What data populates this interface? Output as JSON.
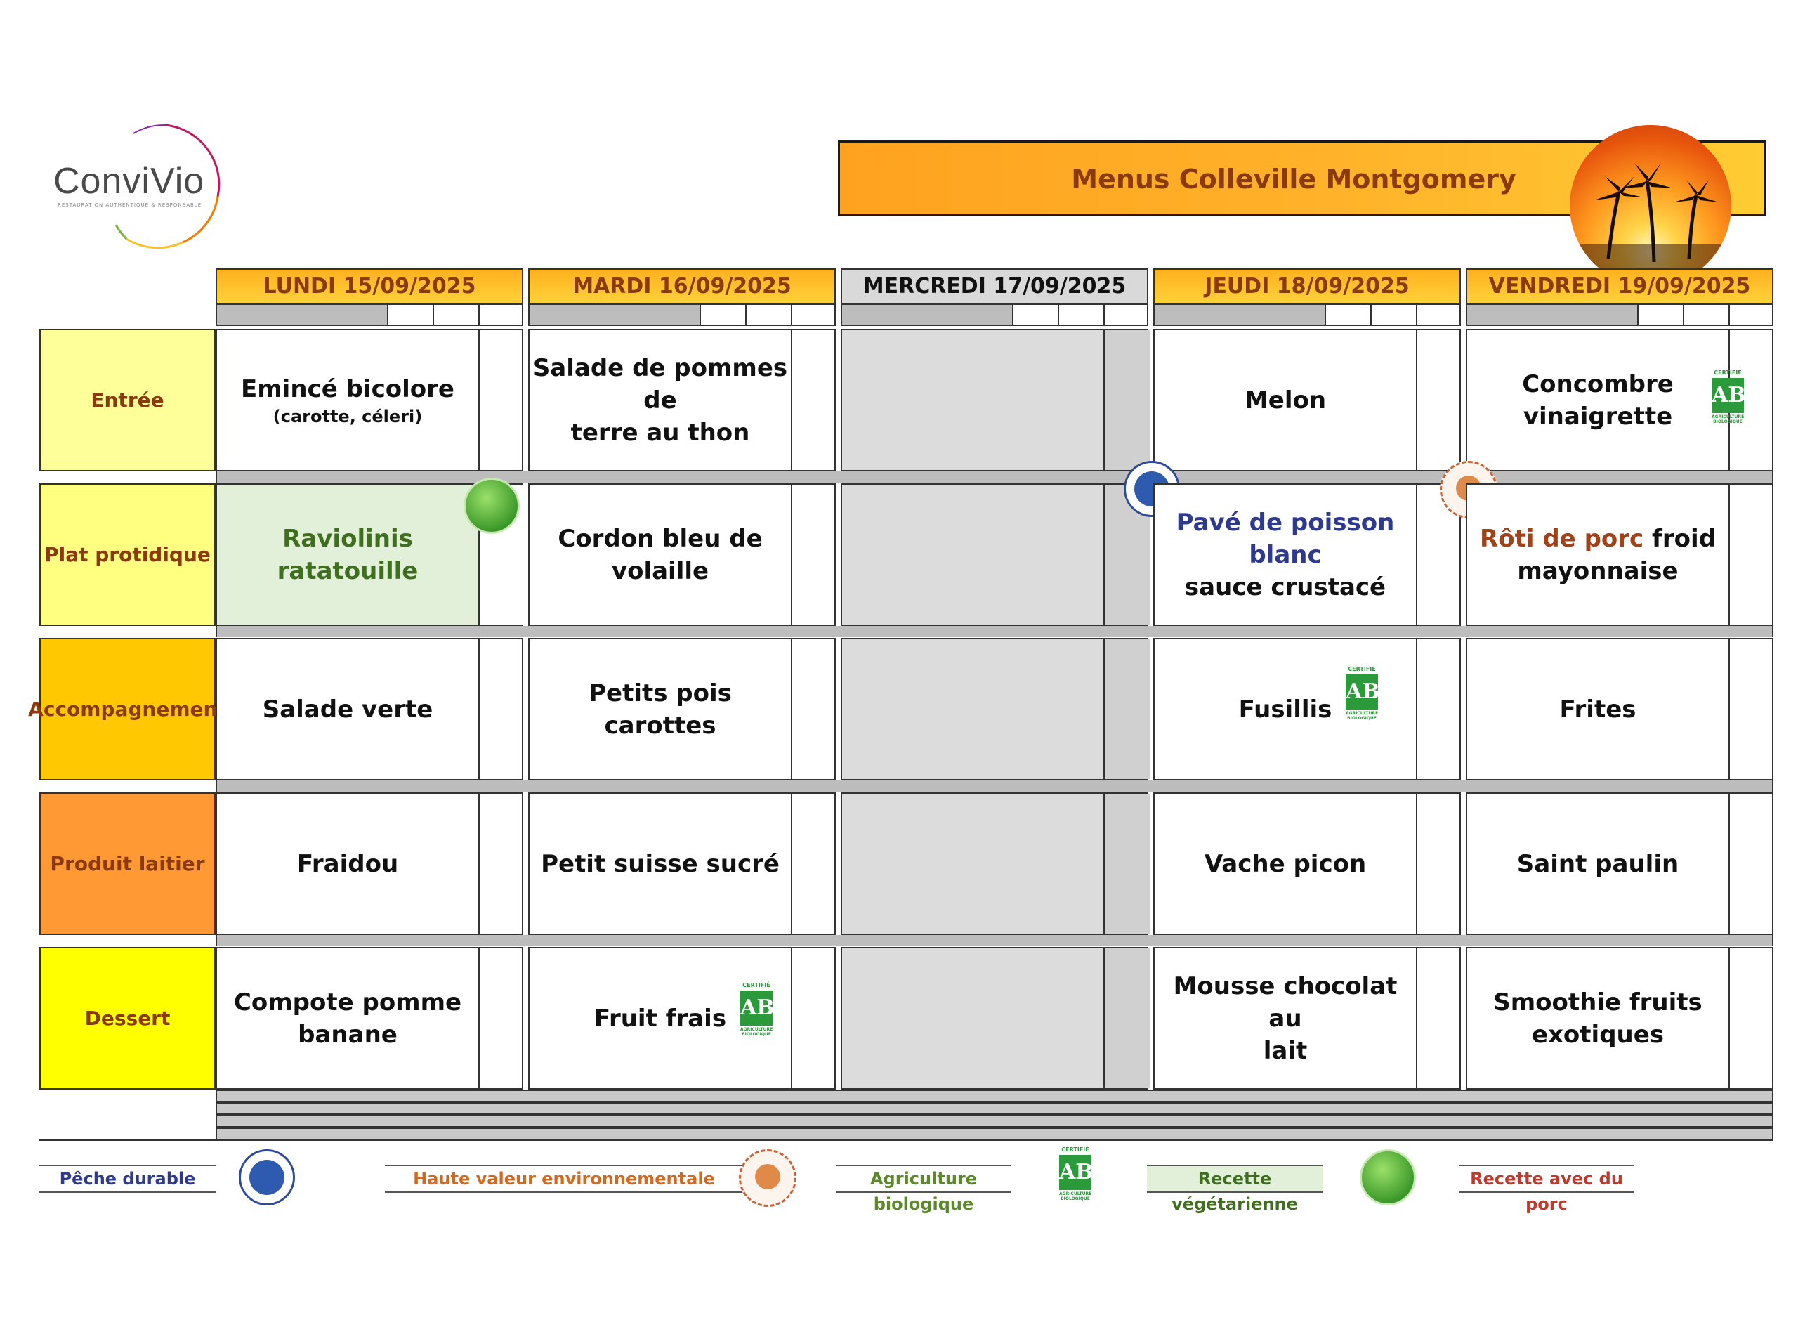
{
  "logo": {
    "text": "ConviVio",
    "subtitle": "RESTAURATION AUTHENTIQUE & RESPONSABLE"
  },
  "title": "Menus Colleville Montgomery",
  "days": [
    "LUNDI  15/09/2025",
    "MARDI 16/09/2025",
    "MERCREDI 17/09/2025",
    "JEUDI 18/09/2025",
    "VENDREDI 19/09/2025"
  ],
  "categories": [
    "Entrée",
    "Plat protidique",
    "Accompagnement",
    "Produit laitier",
    "Dessert"
  ],
  "menu": {
    "lundi": {
      "entree": "Emincé bicolore",
      "entree_sub": "(carotte, céleri)",
      "plat": "Raviolinis ratatouille",
      "accompagnement": "Salade verte",
      "laitier": "Fraidou",
      "dessert_l1": "Compote pomme",
      "dessert_l2": "banane"
    },
    "mardi": {
      "entree_l1": "Salade de pommes de",
      "entree_l2": "terre au thon",
      "plat_l1": "Cordon bleu de",
      "plat_l2": "volaille",
      "accompagnement": "Petits pois carottes",
      "laitier": "Petit suisse sucré",
      "dessert": "Fruit frais"
    },
    "jeudi": {
      "entree": "Melon",
      "plat_l1": "Pavé de poisson blanc",
      "plat_l2": "sauce crustacé",
      "accompagnement": "Fusillis",
      "laitier": "Vache picon",
      "dessert_l1": "Mousse chocolat au",
      "dessert_l2": "lait"
    },
    "vendredi": {
      "entree": "Concombre vinaigrette",
      "plat_pork": "Rôti de porc",
      "plat_rest": " froid",
      "plat_l2": "mayonnaise",
      "accompagnement": "Frites",
      "laitier": "Saint paulin",
      "dessert_l1": "Smoothie fruits",
      "dessert_l2": "exotiques"
    }
  },
  "badge_ab": {
    "letters": "AB",
    "caption": "CERTIFIÉ",
    "footer": "AGRICULTURE BIOLOGIQUE"
  },
  "legend": {
    "peche": "Pêche durable",
    "hve": "Haute valeur environnementale",
    "bio": "Agriculture biologique",
    "vege": "Recette végétarienne",
    "porc": "Recette avec du porc"
  },
  "colors": {
    "header_orange": "#ffb11f",
    "category_text": "#8b3a0e",
    "bio_green": "#5a8a2a",
    "fish_blue": "#2e3a8f",
    "pork_red": "#c0392b",
    "veg_bg": "#e2efd9"
  }
}
